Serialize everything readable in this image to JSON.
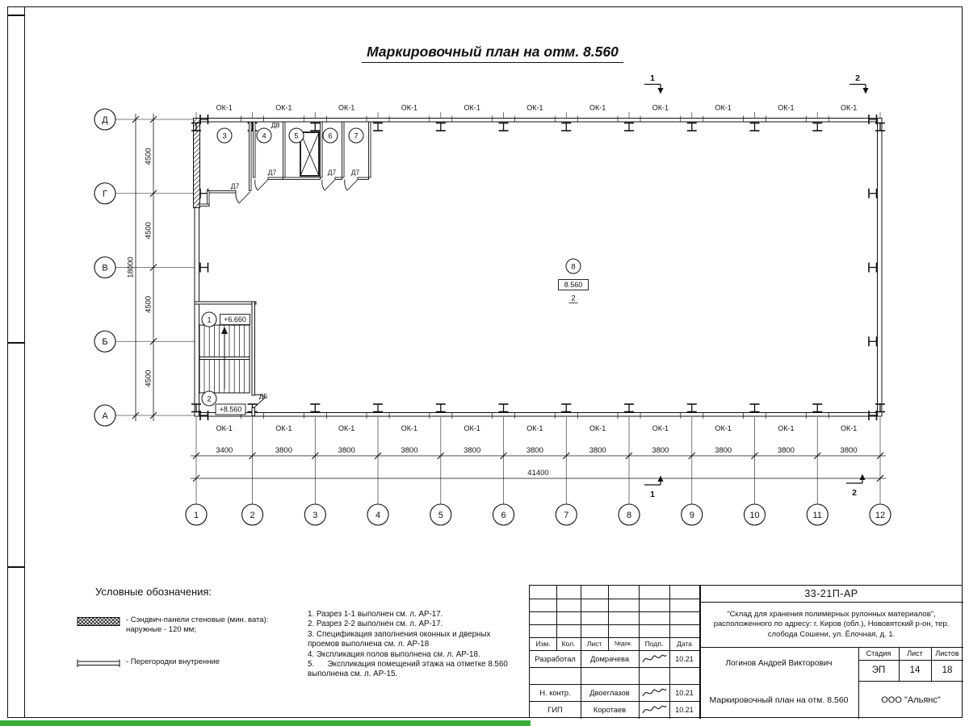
{
  "page": {
    "title": "Маркировочный план на отм. 8.560"
  },
  "colors": {
    "scan_bar": "#3cab3c"
  },
  "plan": {
    "window_label": "ОК-1",
    "axes_bottom": [
      "1",
      "2",
      "3",
      "4",
      "5",
      "6",
      "7",
      "8",
      "9",
      "10",
      "11",
      "12"
    ],
    "axes_left": [
      "Д",
      "Г",
      "В",
      "Б",
      "А"
    ],
    "bay_dims": [
      "3400",
      "3800",
      "3800",
      "3800",
      "3800",
      "3800",
      "3800",
      "3800",
      "3800",
      "3800",
      "3800"
    ],
    "total_width_dim": "41400",
    "side_dims": [
      "4500",
      "4500",
      "4500",
      "4500"
    ],
    "total_height_dim": "18000",
    "room_numbers": {
      "r1": "1",
      "r2": "2",
      "r3": "3",
      "r4": "4",
      "r5": "5",
      "r6": "6",
      "r7": "7",
      "r8": "8"
    },
    "elevations": {
      "stair_upper": "+6.660",
      "stair_lower": "+8.560",
      "floor": "8.560",
      "floor_zone": "2"
    },
    "doors": {
      "d5": "Д5",
      "d7": "Д7",
      "d8": "Д8"
    },
    "sections": {
      "s1": "1",
      "s2": "2"
    }
  },
  "legend": {
    "title": "Условные обозначения:",
    "items": [
      {
        "label": "- Сэндвич-панели стеновые (мин. вата): наружные - 120 мм;"
      },
      {
        "label": "- Перегородки внутренние"
      }
    ]
  },
  "notes": [
    "1. Разрез 1-1 выполнен см. л. АР-17.",
    "2. Разрез 2-2 выполнен см. л. АР-17.",
    "3. Спецификация заполнения оконных и дверных проемов выполнена см. л. АР-18",
    "4. Экспликация полов выполнена см. л. АР-18.",
    "5.      Экспликация помещений этажа на отметке 8.560 выполнена см. л. АР-15."
  ],
  "title_block": {
    "doc_number": "33-21П-АР",
    "project_name": "\"Склад для хранения полимерных рулонных материалов\", расположенного по адресу: г. Киров (обл.), Нововятский р-он, тер. слобода Сошени, ул. Ёлочная, д. 1.",
    "columns": [
      "Изм.",
      "Кол.",
      "Лист",
      "№док.",
      "Подп.",
      "Дата"
    ],
    "rows": [
      {
        "role": "Разработал",
        "name": "Домрачева",
        "date": "10.21"
      },
      {
        "role": "Н. контр.",
        "name": "Двоеглазов",
        "date": "10.21"
      },
      {
        "role": "ГИП",
        "name": "Коротаев",
        "date": "10.21"
      }
    ],
    "chief_name": "Логинов Андрей Викторович",
    "stage_label": "Стадия",
    "sheet_label": "Лист",
    "sheets_label": "Листов",
    "stage": "ЭП",
    "sheet": "14",
    "sheets": "18",
    "drawing_title": "Маркировочный план на отм. 8.560",
    "company": "ООО \"Альянс\""
  }
}
